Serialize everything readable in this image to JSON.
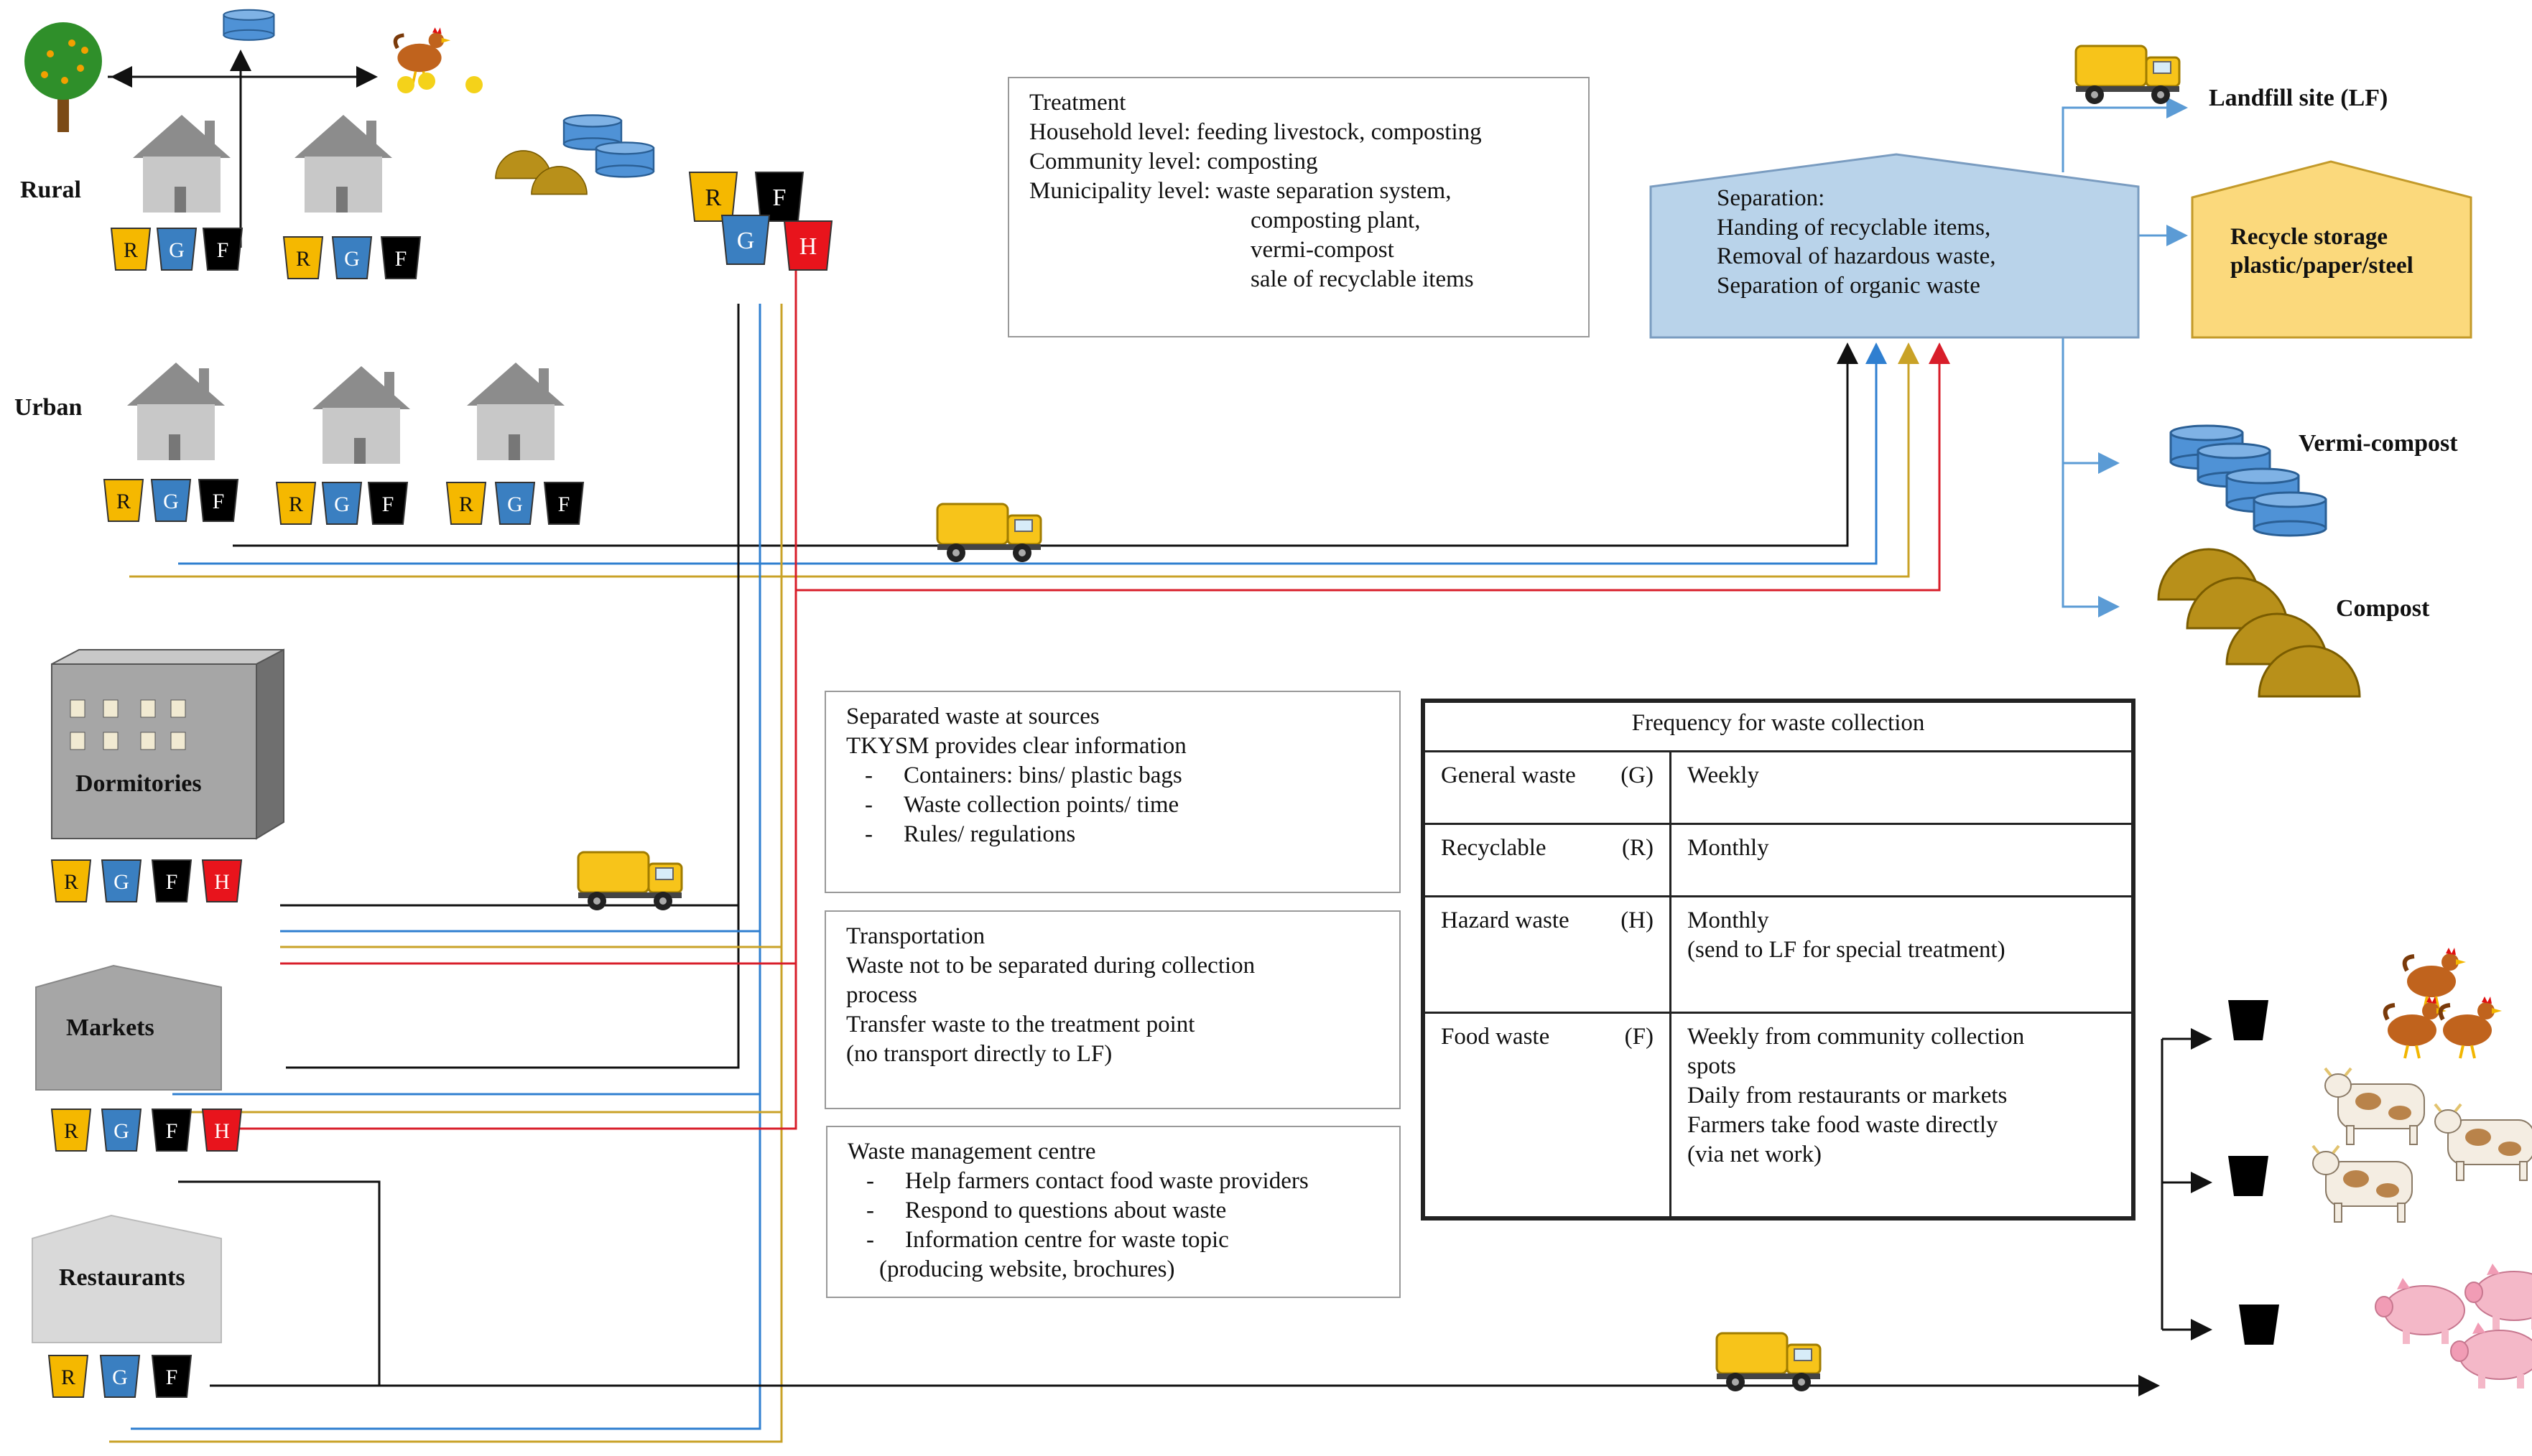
{
  "sources": {
    "rural": "Rural",
    "urban": "Urban",
    "dormitories": "Dormitories",
    "markets": "Markets",
    "restaurants": "Restaurants"
  },
  "bins": {
    "r": "R",
    "g": "G",
    "f": "F",
    "h": "H"
  },
  "treatment": {
    "title": "Treatment",
    "household": "Household level: feeding livestock,  composting",
    "community": "Community level: composting",
    "municipality": "Municipality  level: waste separation system,",
    "muni_items": [
      "composting plant,",
      "vermi-compost",
      "sale of recyclable items"
    ]
  },
  "separation": {
    "title": "Separation:",
    "items": [
      "Handing of recyclable items,",
      "Removal of hazardous waste,",
      "Separation of organic waste"
    ]
  },
  "destinations": {
    "landfill": "Landfill  site (LF)",
    "recycle_line1": "Recycle storage",
    "recycle_line2": "plastic/paper/steel",
    "vermi": "Vermi-compost",
    "compost": "Compost"
  },
  "separated_box": {
    "line1": "Separated waste at sources",
    "line2": "TKYSM provides clear information",
    "bullets": [
      "Containers: bins/ plastic  bags",
      "Waste collection  points/ time",
      "Rules/ regulations"
    ]
  },
  "transport_box": {
    "lines": [
      "Transportation",
      "Waste not to be separated during collection",
      "process",
      "Transfer waste to the treatment point",
      "(no transport directly  to LF)"
    ]
  },
  "centre_box": {
    "title": "Waste management centre",
    "bullets": [
      "Help farmers contact food waste providers",
      "Respond to questions  about waste",
      "Information centre for waste topic"
    ],
    "tail": "(producing website,  brochures)"
  },
  "frequency": {
    "header": "Frequency for waste  collection",
    "rows": [
      {
        "name": "General waste",
        "code": "(G)",
        "freq": [
          "Weekly"
        ]
      },
      {
        "name": "Recyclable",
        "code": "(R)",
        "freq": [
          "Monthly"
        ]
      },
      {
        "name": "Hazard waste",
        "code": "(H)",
        "freq": [
          "Monthly",
          "(send to LF for special  treatment)"
        ]
      },
      {
        "name": "Food waste",
        "code": "(F)",
        "freq": [
          "Weekly  from community collection",
          "spots",
          "Daily  from restaurants or markets",
          "Farmers take food waste directly",
          "(via net work)"
        ]
      }
    ]
  },
  "colors": {
    "recyclable": "#f5b800",
    "general": "#3a7fc1",
    "food": "#000000",
    "hazard": "#e8141c",
    "line_black": "#111111",
    "line_blue": "#2f7fd0",
    "line_yellow": "#c9a227",
    "line_red": "#d81e2a",
    "separation_fill": "#b9d3ea",
    "recycle_fill": "#fbd97c",
    "building_gray": "#a6a6a6",
    "compost_fill": "#b8901a",
    "truck_yellow": "#f7c41a"
  },
  "icons": [
    "tree-icon",
    "chicken-icon",
    "truck-icon",
    "house-icon",
    "cow-icon",
    "pig-icon",
    "barrel-icon",
    "compost-heap-icon",
    "bucket-icon"
  ]
}
